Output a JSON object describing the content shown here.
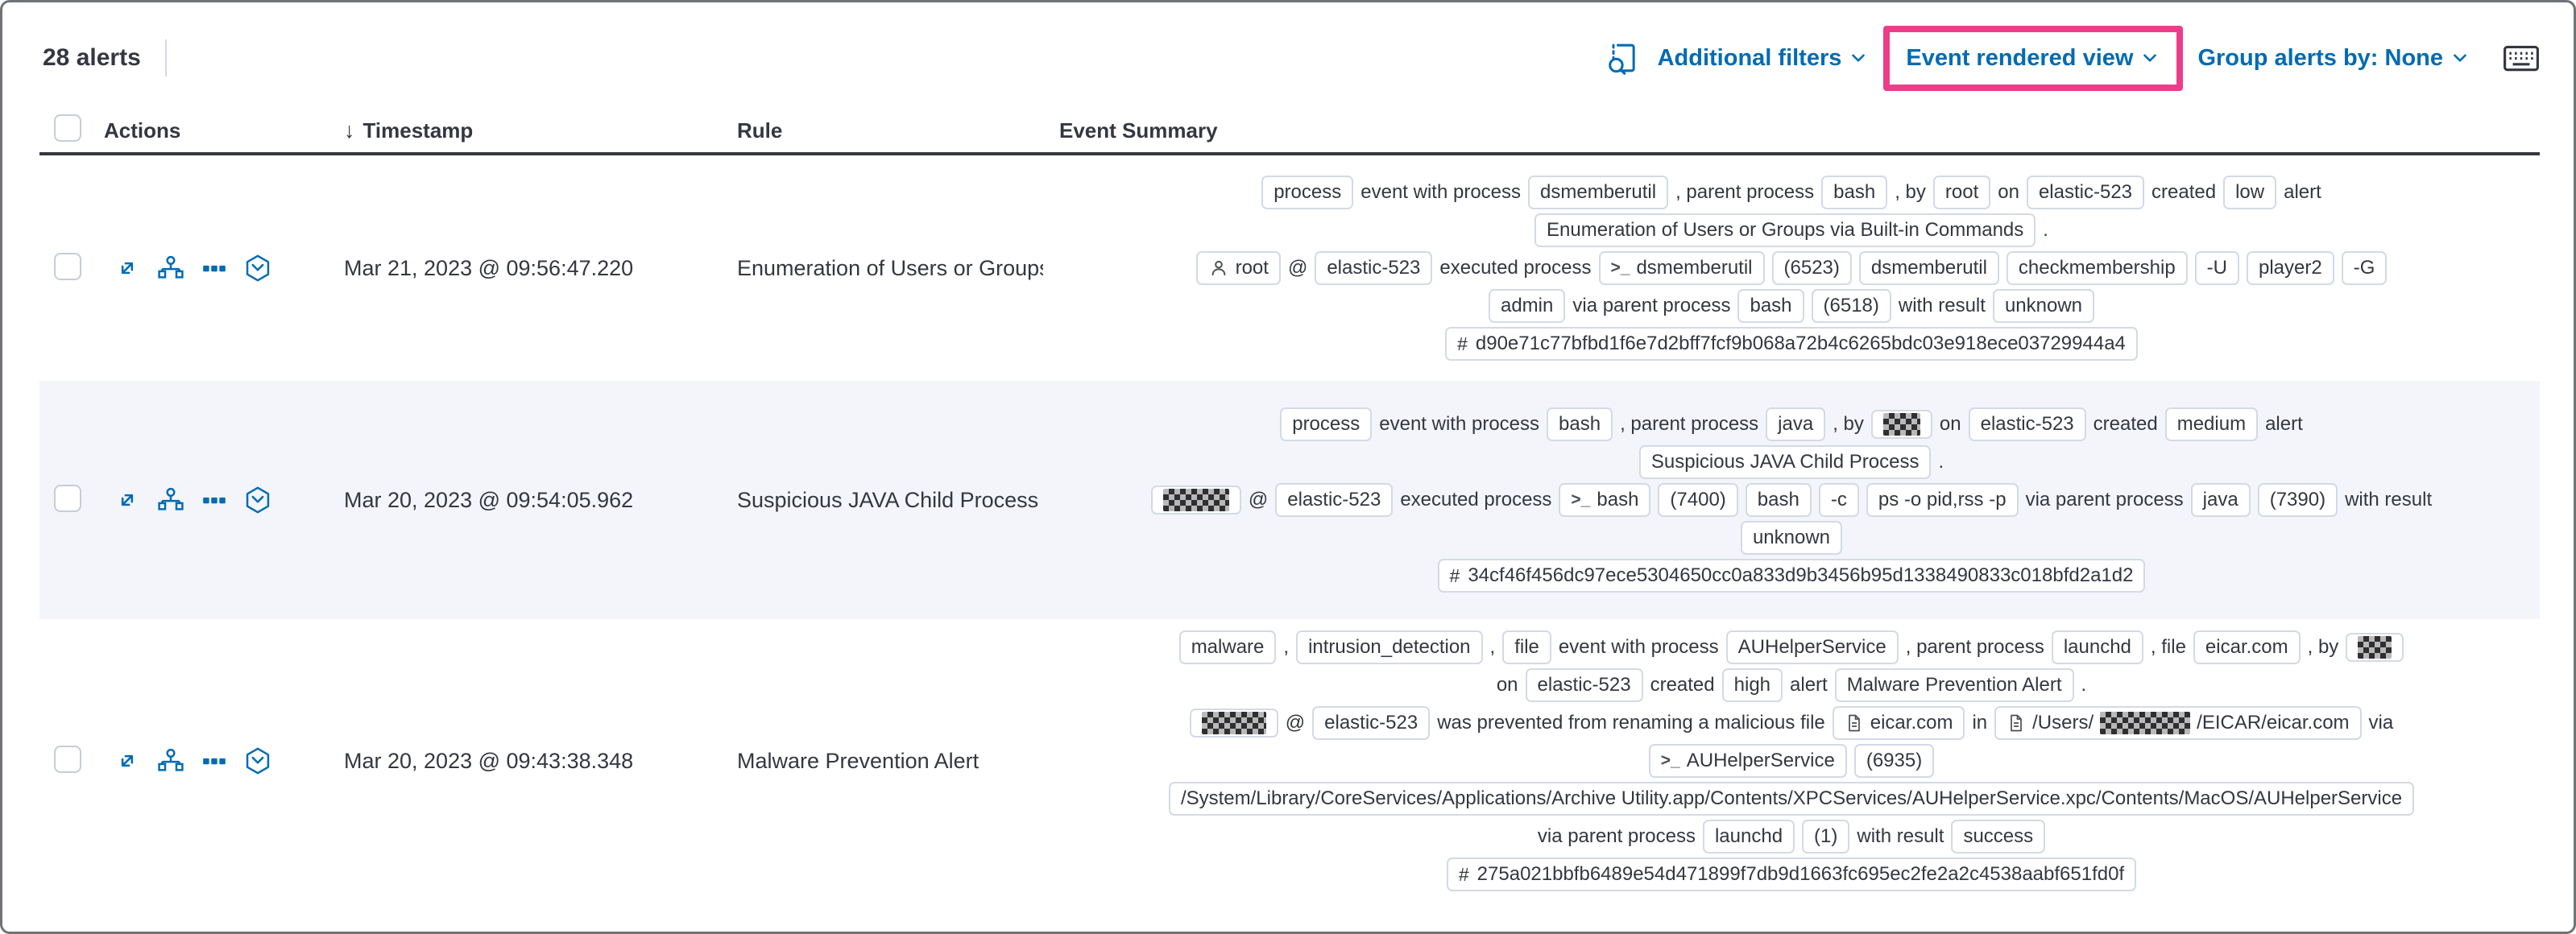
{
  "colors": {
    "accent": "#006bb4",
    "highlight": "#ee3c8b",
    "text": "#343741",
    "badge_border": "#d3dae6",
    "stripe": "#f4f5fa"
  },
  "toolbar": {
    "alert_count": "28 alerts",
    "additional_filters": "Additional filters",
    "view_mode": "Event rendered view",
    "group_by": "Group alerts by: None"
  },
  "table": {
    "headers": {
      "actions": "Actions",
      "timestamp": "Timestamp",
      "rule": "Rule",
      "event_summary": "Event Summary"
    },
    "rows": [
      {
        "timestamp": "Mar 21, 2023 @ 09:56:47.220",
        "rule": "Enumeration of Users or Groups via Bui",
        "lines": [
          [
            {
              "t": "badge",
              "v": "process"
            },
            {
              "t": "text",
              "v": "event with process"
            },
            {
              "t": "badge",
              "v": "dsmemberutil"
            },
            {
              "t": "text",
              "v": ", parent process"
            },
            {
              "t": "badge",
              "v": "bash"
            },
            {
              "t": "text",
              "v": ", by"
            },
            {
              "t": "badge",
              "v": "root"
            },
            {
              "t": "text",
              "v": "on"
            },
            {
              "t": "badge",
              "v": "elastic-523"
            },
            {
              "t": "text",
              "v": "created"
            },
            {
              "t": "badge",
              "v": "low"
            },
            {
              "t": "text",
              "v": "alert"
            }
          ],
          [
            {
              "t": "badge",
              "v": "Enumeration of Users or Groups via Built-in Commands"
            },
            {
              "t": "text",
              "v": "."
            }
          ],
          [
            {
              "t": "badge",
              "v": "root",
              "icon": "user"
            },
            {
              "t": "text",
              "v": "@"
            },
            {
              "t": "badge",
              "v": "elastic-523"
            },
            {
              "t": "text",
              "v": "executed process"
            },
            {
              "t": "badge",
              "v": "dsmemberutil",
              "icon": "terminal"
            },
            {
              "t": "badge",
              "v": "(6523)"
            },
            {
              "t": "badge",
              "v": "dsmemberutil"
            },
            {
              "t": "badge",
              "v": "checkmembership"
            },
            {
              "t": "badge",
              "v": "-U"
            },
            {
              "t": "badge",
              "v": "player2"
            },
            {
              "t": "badge",
              "v": "-G"
            }
          ],
          [
            {
              "t": "badge",
              "v": "admin"
            },
            {
              "t": "text",
              "v": "via parent process"
            },
            {
              "t": "badge",
              "v": "bash"
            },
            {
              "t": "badge",
              "v": "(6518)"
            },
            {
              "t": "text",
              "v": "with result"
            },
            {
              "t": "badge",
              "v": "unknown"
            }
          ],
          [
            {
              "t": "badge",
              "v": "d90e71c77bfbd1f6e7d2bff7fcf9b068a72b4c6265bdc03e918ece03729944a4",
              "icon": "hash"
            }
          ]
        ]
      },
      {
        "timestamp": "Mar 20, 2023 @ 09:54:05.962",
        "rule": "Suspicious JAVA Child Process",
        "lines": [
          [
            {
              "t": "badge",
              "v": "process"
            },
            {
              "t": "text",
              "v": "event with process"
            },
            {
              "t": "badge",
              "v": "bash"
            },
            {
              "t": "text",
              "v": ", parent process"
            },
            {
              "t": "badge",
              "v": "java"
            },
            {
              "t": "text",
              "v": ", by"
            },
            {
              "t": "badge",
              "redacted": true,
              "w": 46
            },
            {
              "t": "text",
              "v": "on"
            },
            {
              "t": "badge",
              "v": "elastic-523"
            },
            {
              "t": "text",
              "v": "created"
            },
            {
              "t": "badge",
              "v": "medium"
            },
            {
              "t": "text",
              "v": "alert"
            }
          ],
          [
            {
              "t": "badge",
              "v": "Suspicious JAVA Child Process"
            },
            {
              "t": "text",
              "v": "."
            }
          ],
          [
            {
              "t": "badge",
              "redacted": true,
              "w": 82
            },
            {
              "t": "text",
              "v": "@"
            },
            {
              "t": "badge",
              "v": "elastic-523"
            },
            {
              "t": "text",
              "v": "executed process"
            },
            {
              "t": "badge",
              "v": "bash",
              "icon": "terminal"
            },
            {
              "t": "badge",
              "v": "(7400)"
            },
            {
              "t": "badge",
              "v": "bash"
            },
            {
              "t": "badge",
              "v": "-c"
            },
            {
              "t": "badge",
              "v": "ps -o pid,rss -p"
            },
            {
              "t": "text",
              "v": "via parent process"
            },
            {
              "t": "badge",
              "v": "java"
            },
            {
              "t": "badge",
              "v": "(7390)"
            },
            {
              "t": "text",
              "v": "with result"
            }
          ],
          [
            {
              "t": "badge",
              "v": "unknown"
            }
          ],
          [
            {
              "t": "badge",
              "v": "34cf46f456dc97ece5304650cc0a833d9b3456b95d1338490833c018bfd2a1d2",
              "icon": "hash"
            }
          ]
        ]
      },
      {
        "timestamp": "Mar 20, 2023 @ 09:43:38.348",
        "rule": "Malware Prevention Alert",
        "lines": [
          [
            {
              "t": "badge",
              "v": "malware"
            },
            {
              "t": "text",
              "v": ","
            },
            {
              "t": "badge",
              "v": "intrusion_detection"
            },
            {
              "t": "text",
              "v": ","
            },
            {
              "t": "badge",
              "v": "file"
            },
            {
              "t": "text",
              "v": "event with process"
            },
            {
              "t": "badge",
              "v": "AUHelperService"
            },
            {
              "t": "text",
              "v": ", parent process"
            },
            {
              "t": "badge",
              "v": "launchd"
            },
            {
              "t": "text",
              "v": ", file"
            },
            {
              "t": "badge",
              "v": "eicar.com"
            },
            {
              "t": "text",
              "v": ", by"
            },
            {
              "t": "badge",
              "redacted": true,
              "w": 42
            }
          ],
          [
            {
              "t": "text",
              "v": "on"
            },
            {
              "t": "badge",
              "v": "elastic-523"
            },
            {
              "t": "text",
              "v": "created"
            },
            {
              "t": "badge",
              "v": "high"
            },
            {
              "t": "text",
              "v": "alert"
            },
            {
              "t": "badge",
              "v": "Malware Prevention Alert"
            },
            {
              "t": "text",
              "v": "."
            }
          ],
          [
            {
              "t": "badge",
              "redacted": true,
              "w": 80
            },
            {
              "t": "text",
              "v": "@"
            },
            {
              "t": "badge",
              "v": "elastic-523"
            },
            {
              "t": "text",
              "v": "was prevented from renaming a malicious file"
            },
            {
              "t": "badge",
              "v": "eicar.com",
              "icon": "file"
            },
            {
              "t": "text",
              "v": "in"
            },
            {
              "t": "badge",
              "icon": "file",
              "parts": [
                {
                  "text": "/Users/"
                },
                {
                  "redacted": true,
                  "w": 112
                },
                {
                  "text": "/EICAR/eicar.com"
                }
              ]
            },
            {
              "t": "text",
              "v": "via"
            }
          ],
          [
            {
              "t": "badge",
              "v": "AUHelperService",
              "icon": "terminal"
            },
            {
              "t": "badge",
              "v": "(6935)"
            }
          ],
          [
            {
              "t": "badge",
              "v": "/System/Library/CoreServices/Applications/Archive Utility.app/Contents/XPCServices/AUHelperService.xpc/Contents/MacOS/AUHelperService"
            }
          ],
          [
            {
              "t": "text",
              "v": "via parent process"
            },
            {
              "t": "badge",
              "v": "launchd"
            },
            {
              "t": "badge",
              "v": "(1)"
            },
            {
              "t": "text",
              "v": "with result"
            },
            {
              "t": "badge",
              "v": "success"
            }
          ],
          [
            {
              "t": "badge",
              "v": "275a021bbfb6489e54d471899f7db9d1663fc695ec2fe2a2c4538aabf651fd0f",
              "icon": "hash"
            }
          ]
        ]
      }
    ]
  }
}
